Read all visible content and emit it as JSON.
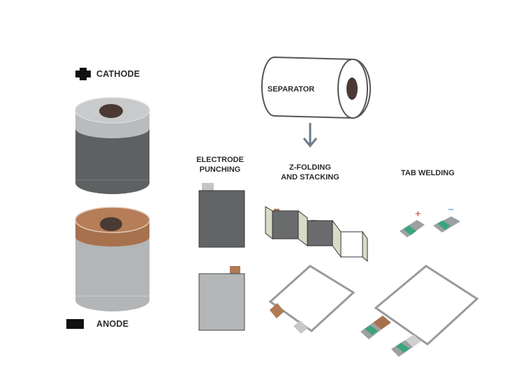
{
  "labels": {
    "cathode": "CATHODE",
    "anode": "ANODE",
    "separator": "SEPARATOR",
    "electrode_punching_line1": "ELECTRODE",
    "electrode_punching_line2": "PUNCHING",
    "z_folding_line1": "Z-FOLDING",
    "z_folding_line2": "AND STACKING",
    "tab_welding": "TAB WELDING",
    "plus_sign": "+",
    "minus_sign": "−"
  },
  "colors": {
    "cathode_body": "#5f6062",
    "cathode_top": "#b9bbbd",
    "anode_body": "#b3b5b7",
    "anode_top": "#a8714e",
    "copper_tab": "#b07a55",
    "aluminum_tab": "#c8c8c8",
    "weld_green": "#3aa57a",
    "plus_red": "#c0392b",
    "minus_blue": "#2e86c1",
    "arrow": "#6b7b88"
  }
}
